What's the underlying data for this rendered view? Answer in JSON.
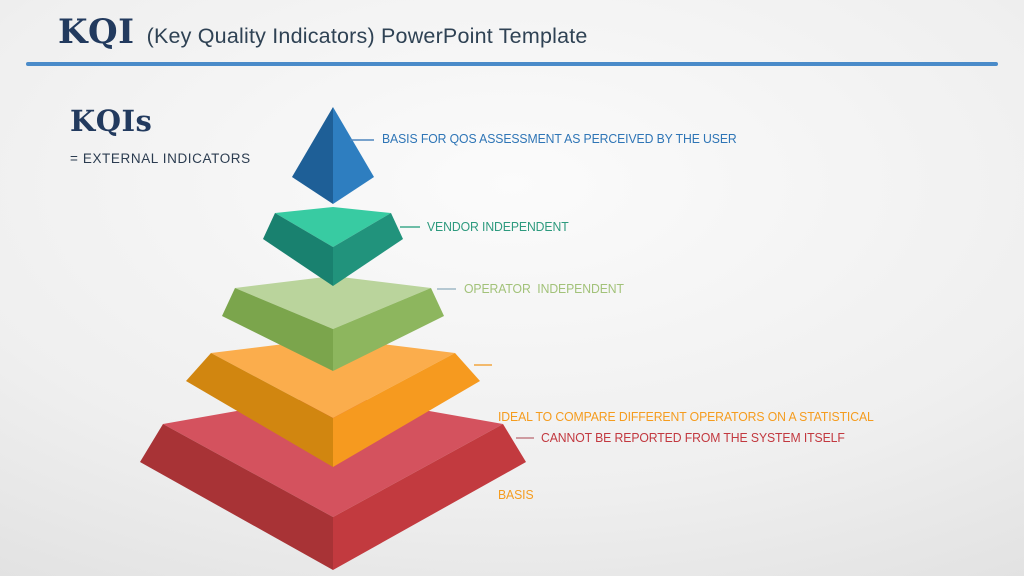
{
  "header": {
    "title_primary": "KQI",
    "title_secondary": "(Key Quality Indicators) PowerPoint Template",
    "title_color": "#223A5E",
    "rule_color": "#4A8BC9"
  },
  "intro": {
    "heading": "KQIs",
    "subheading": "= EXTERNAL INDICATORS",
    "heading_color": "#223A5E"
  },
  "pyramid": {
    "type": "layered-3d-pyramid",
    "levels": [
      {
        "name": "kqi-level-1",
        "label_line1": "BASIS FOR QOS ASSESSMENT AS PERCEIVED BY THE USER",
        "label_line2": "",
        "label_color": "#2E75B6",
        "connector_color": "#4E86BE",
        "face_top": "",
        "face_left": "#1E5F97",
        "face_right": "#2E7EC0"
      },
      {
        "name": "kqi-level-2",
        "label_line1": "VENDOR INDEPENDENT",
        "label_line2": "",
        "label_color": "#2D9A7E",
        "connector_color": "#3FA98C",
        "face_top": "#38CBA2",
        "face_left": "#19816F",
        "face_right": "#21937C"
      },
      {
        "name": "kqi-level-3",
        "label_line1": "OPERATOR  INDEPENDENT",
        "label_line2": "",
        "label_color": "#A2C279",
        "connector_color": "#9FB9C6",
        "face_top": "#BAD49C",
        "face_left": "#7BA54C",
        "face_right": "#8DB65E"
      },
      {
        "name": "kqi-level-4",
        "label_line1": "IDEAL TO COMPARE DIFFERENT OPERATORS ON A STATISTICAL",
        "label_line2": "BASIS",
        "label_color": "#F59C1E",
        "connector_color": "#F2A53F",
        "face_top": "#FBAD4C",
        "face_left": "#D18610",
        "face_right": "#F69A1F"
      },
      {
        "name": "kqi-level-5",
        "label_line1": "CANNOT BE REPORTED FROM THE SYSTEM ITSELF",
        "label_line2": "",
        "label_color": "#C2383F",
        "connector_color": "#C27F85",
        "face_top": "#D4525E",
        "face_left": "#A83336",
        "face_right": "#C23A3F"
      }
    ]
  }
}
